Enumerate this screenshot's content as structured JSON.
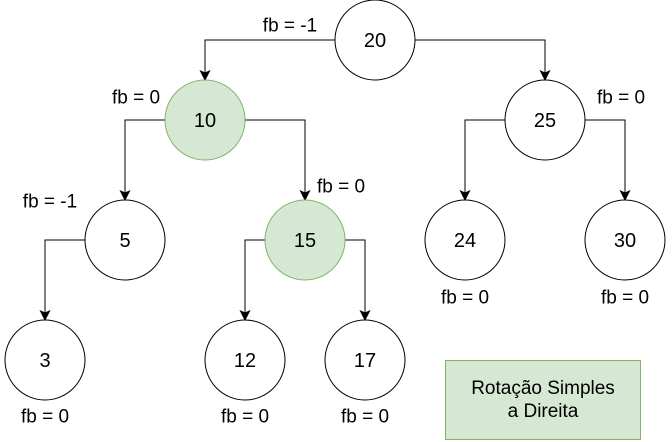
{
  "colors": {
    "highlight_fill": "#d5e8d4",
    "highlight_stroke": "#82b366",
    "node_fill": "#ffffff",
    "node_stroke": "#000000"
  },
  "nodes": [
    {
      "id": "20",
      "label": "20",
      "fb": "fb = -1",
      "highlighted": false
    },
    {
      "id": "10",
      "label": "10",
      "fb": "fb = 0",
      "highlighted": true
    },
    {
      "id": "25",
      "label": "25",
      "fb": "fb = 0",
      "highlighted": false
    },
    {
      "id": "5",
      "label": "5",
      "fb": "fb = -1",
      "highlighted": false
    },
    {
      "id": "15",
      "label": "15",
      "fb": "fb = 0",
      "highlighted": true
    },
    {
      "id": "24",
      "label": "24",
      "fb": "fb = 0",
      "highlighted": false
    },
    {
      "id": "30",
      "label": "30",
      "fb": "fb = 0",
      "highlighted": false
    },
    {
      "id": "3",
      "label": "3",
      "fb": "fb = 0",
      "highlighted": false
    },
    {
      "id": "12",
      "label": "12",
      "fb": "fb = 0",
      "highlighted": false
    },
    {
      "id": "17",
      "label": "17",
      "fb": "fb = 0",
      "highlighted": false
    }
  ],
  "edges": [
    {
      "from": "20",
      "to": "10"
    },
    {
      "from": "20",
      "to": "25"
    },
    {
      "from": "10",
      "to": "5"
    },
    {
      "from": "10",
      "to": "15"
    },
    {
      "from": "25",
      "to": "24"
    },
    {
      "from": "25",
      "to": "30"
    },
    {
      "from": "5",
      "to": "3"
    },
    {
      "from": "15",
      "to": "12"
    },
    {
      "from": "15",
      "to": "17"
    }
  ],
  "caption": "Rotação Simples\na Direita"
}
